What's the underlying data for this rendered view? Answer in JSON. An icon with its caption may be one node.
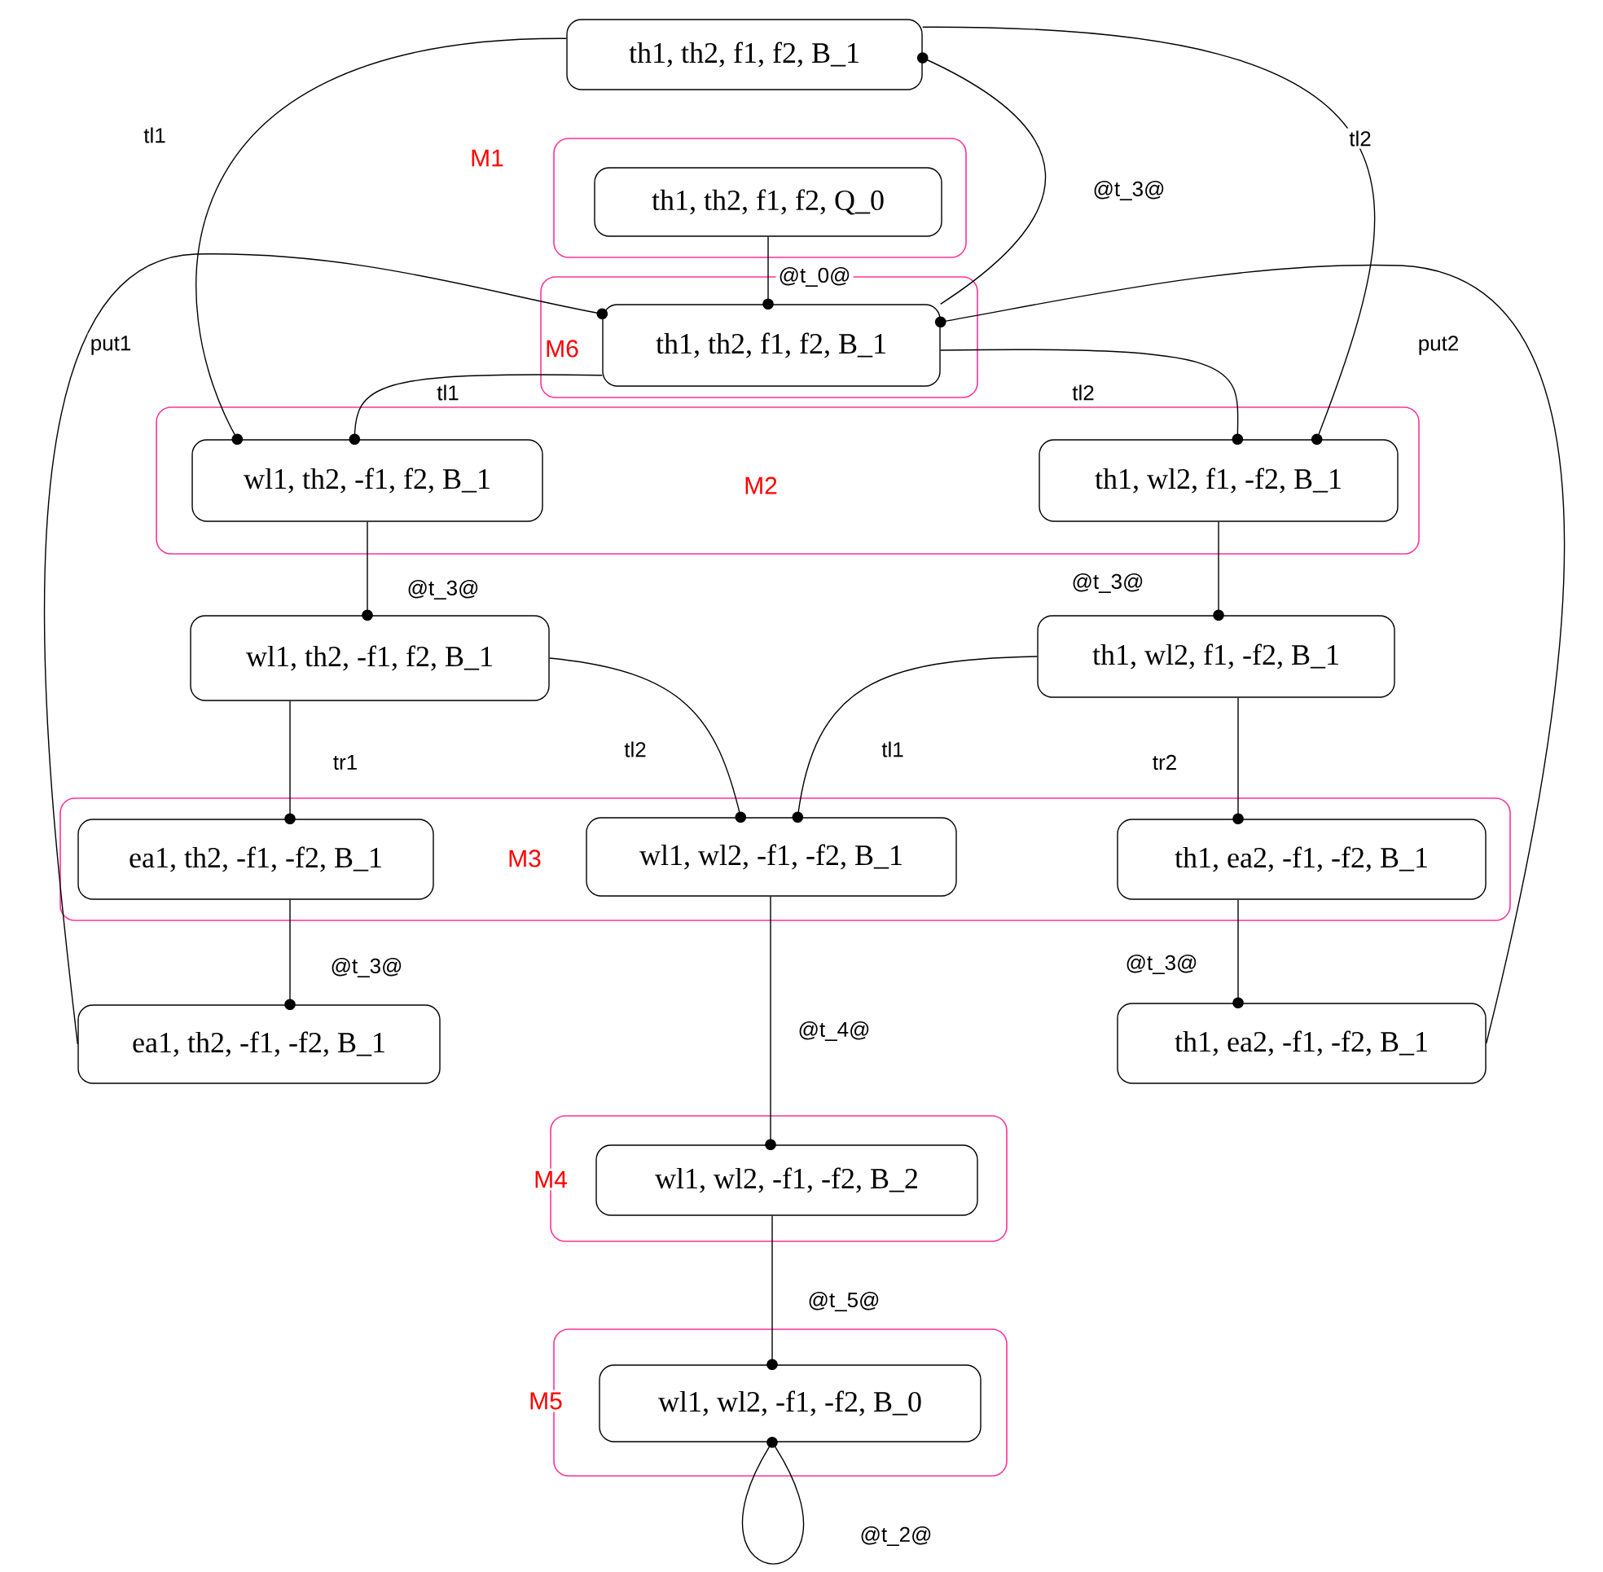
{
  "diagram": {
    "nodes": [
      {
        "text": [
          "th1, th2, f1, f2, B_1"
        ]
      },
      {
        "text": [
          "M1"
        ]
      },
      {
        "text": [
          "th1, th2, f1, f2, Q_0"
        ],
        "in": 1
      },
      {
        "text": [
          "M6"
        ]
      },
      {
        "text": [
          "th1, th2, f1, f2, B_1"
        ],
        "in": 3
      },
      {
        "text": [
          "M2"
        ]
      },
      {
        "text": [
          "wl1, th2, -f1, f2, B_1"
        ],
        "in": 5
      },
      {
        "text": [
          "th1, wl2, f1, -f2, B_1"
        ],
        "in": 5
      },
      {
        "text": [
          "wl1, th2, -f1, f2, B_1"
        ]
      },
      {
        "text": [
          "th1, wl2, f1, -f2, B_1"
        ]
      },
      {
        "text": [
          "M3"
        ]
      },
      {
        "text": [
          "ea1, th2, -f1, -f2, B_1"
        ],
        "in": 10
      },
      {
        "text": [
          "wl1, wl2, -f1, -f2, B_1"
        ],
        "in": 10
      },
      {
        "text": [
          "th1, ea2, -f1, -f2, B_1"
        ],
        "in": 10
      },
      {
        "text": [
          "ea1, th2, -f1, -f2, B_1"
        ]
      },
      {
        "text": [
          "th1, ea2, -f1, -f2, B_1"
        ]
      },
      {
        "text": [
          "M4"
        ]
      },
      {
        "text": [
          "wl1, wl2, -f1, -f2, B_2"
        ],
        "in": 16
      },
      {
        "text": [
          "M5"
        ]
      },
      {
        "text": [
          "wl1, wl2, -f1, -f2, B_0"
        ],
        "in": 18
      }
    ],
    "edges": [
      {
        "from": 2,
        "to": 4,
        "arrow": "other",
        "label": "@t_0@"
      },
      {
        "from": 4,
        "to": 0,
        "arrow": "other",
        "label": "@t_3@"
      },
      {
        "from": 0,
        "to": 6,
        "arrow": "other",
        "label": "tl1"
      },
      {
        "from": 0,
        "to": 7,
        "arrow": "other",
        "label": "tl2"
      },
      {
        "from": 4,
        "to": 6,
        "arrow": "other",
        "label": "tl1"
      },
      {
        "from": 4,
        "to": 7,
        "arrow": "other",
        "label": "tl2"
      },
      {
        "from": 14,
        "to": 4,
        "arrow": "other",
        "label": "put1"
      },
      {
        "from": 15,
        "to": 4,
        "arrow": "other",
        "label": "put2"
      },
      {
        "from": 6,
        "to": 8,
        "arrow": "other",
        "label": "@t_3@"
      },
      {
        "from": 7,
        "to": 9,
        "arrow": "other",
        "label": "@t_3@"
      },
      {
        "from": 8,
        "to": 11,
        "arrow": "other",
        "label": "tr1"
      },
      {
        "from": 8,
        "to": 12,
        "arrow": "other",
        "label": "tl2"
      },
      {
        "from": 9,
        "to": 12,
        "arrow": "other",
        "label": "tl1"
      },
      {
        "from": 9,
        "to": 13,
        "arrow": "other",
        "label": "tr2"
      },
      {
        "from": 11,
        "to": 14,
        "arrow": "other",
        "label": "@t_3@"
      },
      {
        "from": 13,
        "to": 15,
        "arrow": "other",
        "label": "@t_3@"
      },
      {
        "from": 12,
        "to": 17,
        "arrow": "other",
        "label": "@t_4@"
      },
      {
        "from": 17,
        "to": 19,
        "arrow": "other",
        "label": "@t_5@"
      },
      {
        "from": 19,
        "to": 19,
        "arrow": "other",
        "label": "@t_2@"
      }
    ]
  }
}
